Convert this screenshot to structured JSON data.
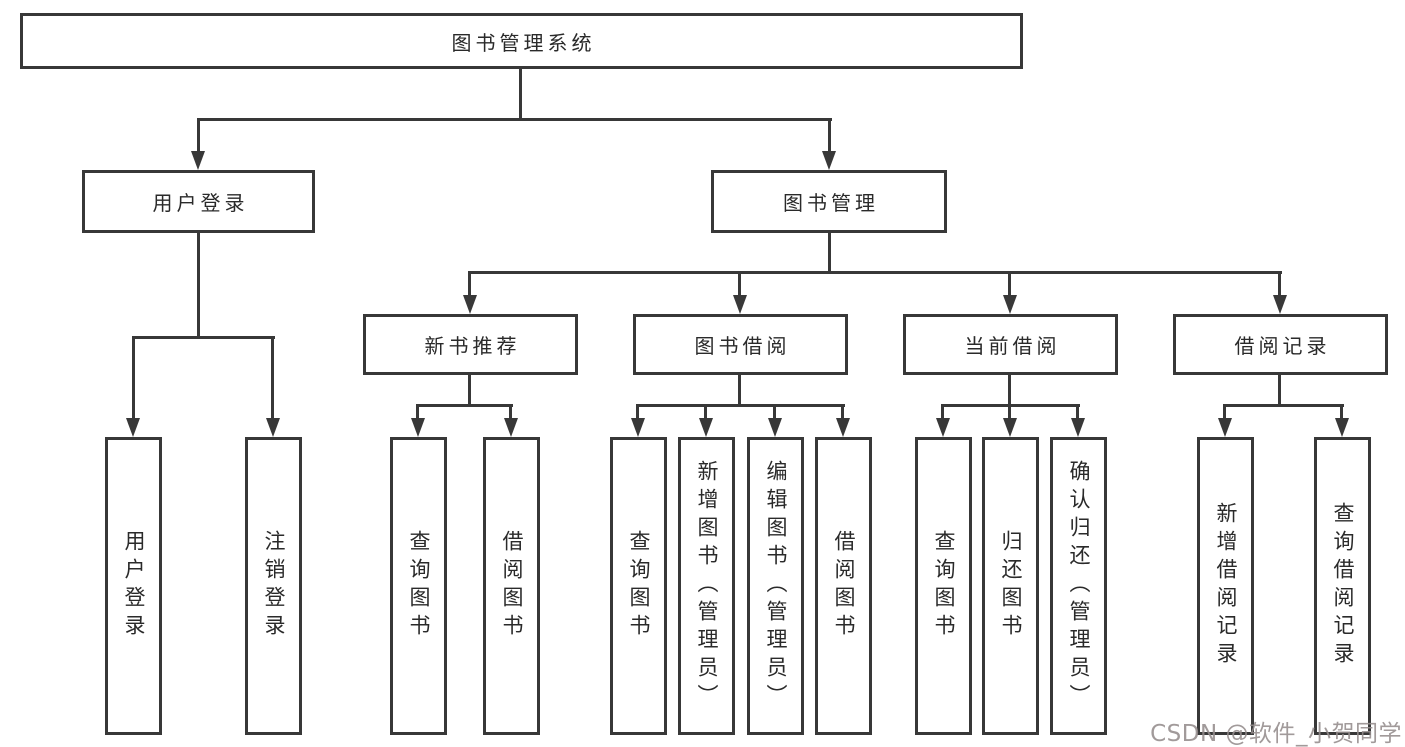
{
  "diagram": {
    "title": "图书管理系统",
    "level2": [
      "用户登录",
      "图书管理"
    ],
    "level3": [
      "新书推荐",
      "图书借阅",
      "当前借阅",
      "借阅记录"
    ],
    "leaves": {
      "user_login": [
        "用户登录",
        "注销登录"
      ],
      "new_books": [
        "查询图书",
        "借阅图书"
      ],
      "book_borrow": [
        "查询图书",
        "新增图书（管理员）",
        "编辑图书（管理员）",
        "借阅图书"
      ],
      "current_borrow": [
        "查询图书",
        "归还图书",
        "确认归还（管理员）"
      ],
      "borrow_records": [
        "新增借阅记录",
        "查询借阅记录"
      ]
    },
    "watermark": "CSDN @软件_小贺同学",
    "colors": {
      "line": "#383838",
      "text": "#2a2a2a",
      "background": "#ffffff",
      "watermark": "#948c8c"
    }
  }
}
